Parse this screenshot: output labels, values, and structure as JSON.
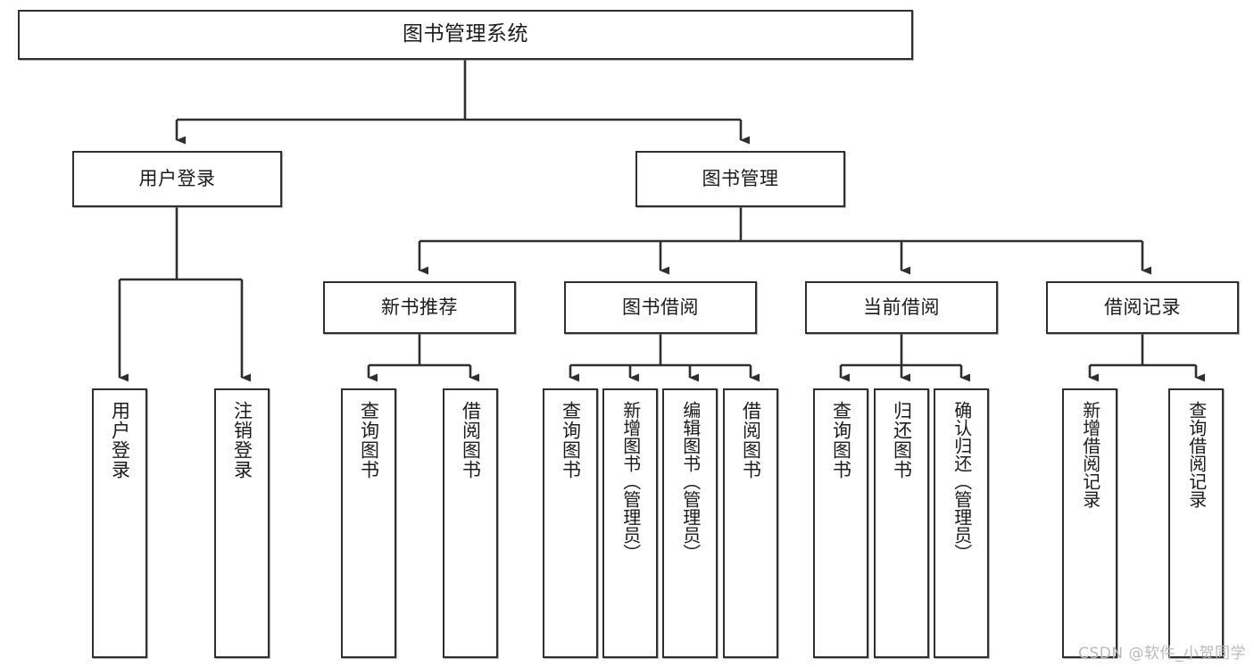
{
  "diagram": {
    "title": "图书管理系统",
    "type": "tree-hierarchy",
    "watermark": "CSDN @软件_小贺同学",
    "line_color": "#2f2f2f",
    "box_border_color": "#2f2f2f",
    "box_fill_color": "#ffffff",
    "text_color": "#1b1b1b",
    "watermark_color": "#b9b9b9"
  },
  "nodes": {
    "root": {
      "label": "图书管理系统"
    },
    "level2": [
      {
        "id": "user-login",
        "label": "用户登录"
      },
      {
        "id": "book-manage",
        "label": "图书管理"
      }
    ],
    "level3": [
      {
        "id": "new-book-recommend",
        "label": "新书推荐"
      },
      {
        "id": "book-borrow",
        "label": "图书借阅"
      },
      {
        "id": "current-borrow",
        "label": "当前借阅"
      },
      {
        "id": "borrow-record",
        "label": "借阅记录"
      }
    ],
    "leaves": {
      "user_login": [
        {
          "id": "leaf-user-login",
          "label": "用户登录"
        },
        {
          "id": "leaf-logout",
          "label": "注销登录"
        }
      ],
      "new_book_recommend": [
        {
          "id": "leaf-query-book-1",
          "label": "查询图书"
        },
        {
          "id": "leaf-borrow-book-1",
          "label": "借阅图书"
        }
      ],
      "book_borrow": [
        {
          "id": "leaf-query-book-2",
          "label": "查询图书"
        },
        {
          "id": "leaf-add-book",
          "label": "新增图书（管理员）"
        },
        {
          "id": "leaf-edit-book",
          "label": "编辑图书（管理员）"
        },
        {
          "id": "leaf-borrow-book-2",
          "label": "借阅图书"
        }
      ],
      "current_borrow": [
        {
          "id": "leaf-query-book-3",
          "label": "查询图书"
        },
        {
          "id": "leaf-return-book",
          "label": "归还图书"
        },
        {
          "id": "leaf-confirm-return",
          "label": "确认归还（管理员）"
        }
      ],
      "borrow_record": [
        {
          "id": "leaf-add-record",
          "label": "新增借阅记录"
        },
        {
          "id": "leaf-query-record",
          "label": "查询借阅记录"
        }
      ]
    }
  }
}
